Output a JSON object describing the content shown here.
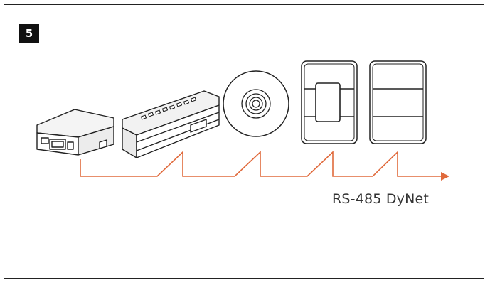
{
  "step": {
    "number": "5"
  },
  "caption": {
    "label": "RS-485 DyNet"
  },
  "colors": {
    "bus_line": "#e06a3c",
    "outline": "#222222",
    "badge_bg": "#111111",
    "badge_text": "#ffffff"
  },
  "devices": [
    {
      "icon": "gateway-box-icon"
    },
    {
      "icon": "din-rail-controller-icon"
    },
    {
      "icon": "round-sensor-icon"
    },
    {
      "icon": "wall-panel-with-rocker-icon"
    },
    {
      "icon": "wall-panel-blank-icon"
    }
  ],
  "bus": {
    "icon": "rs485-daisy-chain-line"
  }
}
